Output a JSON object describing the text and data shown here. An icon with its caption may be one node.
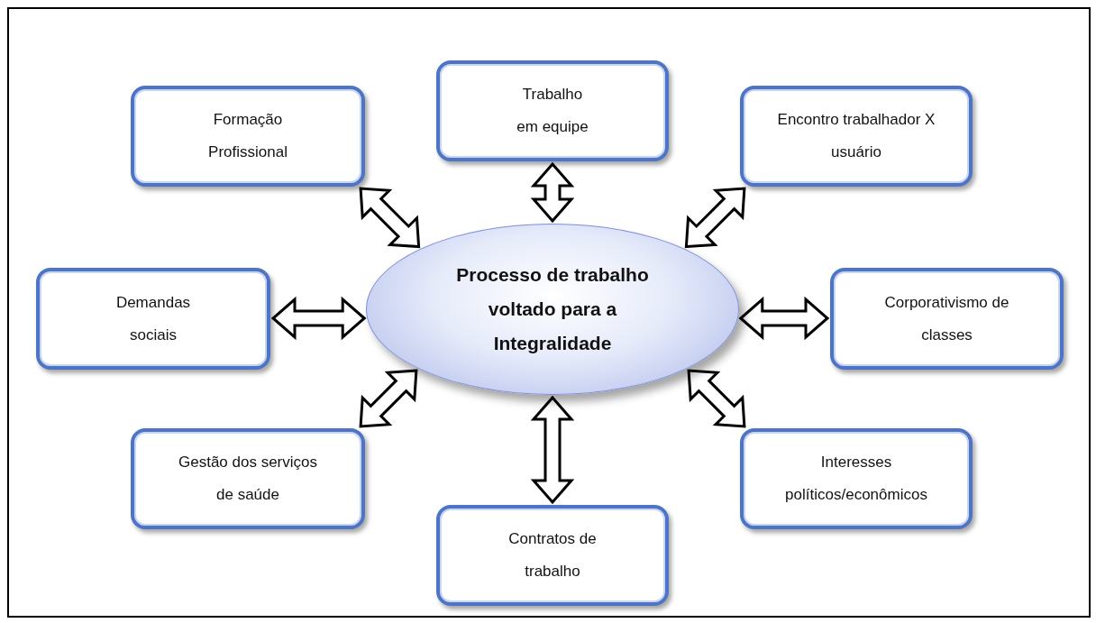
{
  "diagram": {
    "nodes": [
      {
        "text": [
          "Processo de trabalho voltado para a Integralidade"
        ]
      },
      {
        "text": [
          "Formação Profissional"
        ]
      },
      {
        "text": [
          "Trabalho em equipe"
        ]
      },
      {
        "text": [
          "Encontro trabalhador X usuário"
        ]
      },
      {
        "text": [
          "Demandas sociais"
        ]
      },
      {
        "text": [
          "Corporativismo de classes"
        ]
      },
      {
        "text": [
          "Gestão dos serviços de saúde"
        ]
      },
      {
        "text": [
          "Contratos de trabalho"
        ]
      },
      {
        "text": [
          "Interesses políticos/econômicos"
        ]
      }
    ],
    "edges": [
      {
        "from": 0,
        "to": 1,
        "arrow": "both"
      },
      {
        "from": 0,
        "to": 2,
        "arrow": "both"
      },
      {
        "from": 0,
        "to": 3,
        "arrow": "both"
      },
      {
        "from": 0,
        "to": 4,
        "arrow": "both"
      },
      {
        "from": 0,
        "to": 5,
        "arrow": "both"
      },
      {
        "from": 0,
        "to": 6,
        "arrow": "both"
      },
      {
        "from": 0,
        "to": 7,
        "arrow": "both"
      },
      {
        "from": 0,
        "to": 8,
        "arrow": "both"
      }
    ]
  }
}
